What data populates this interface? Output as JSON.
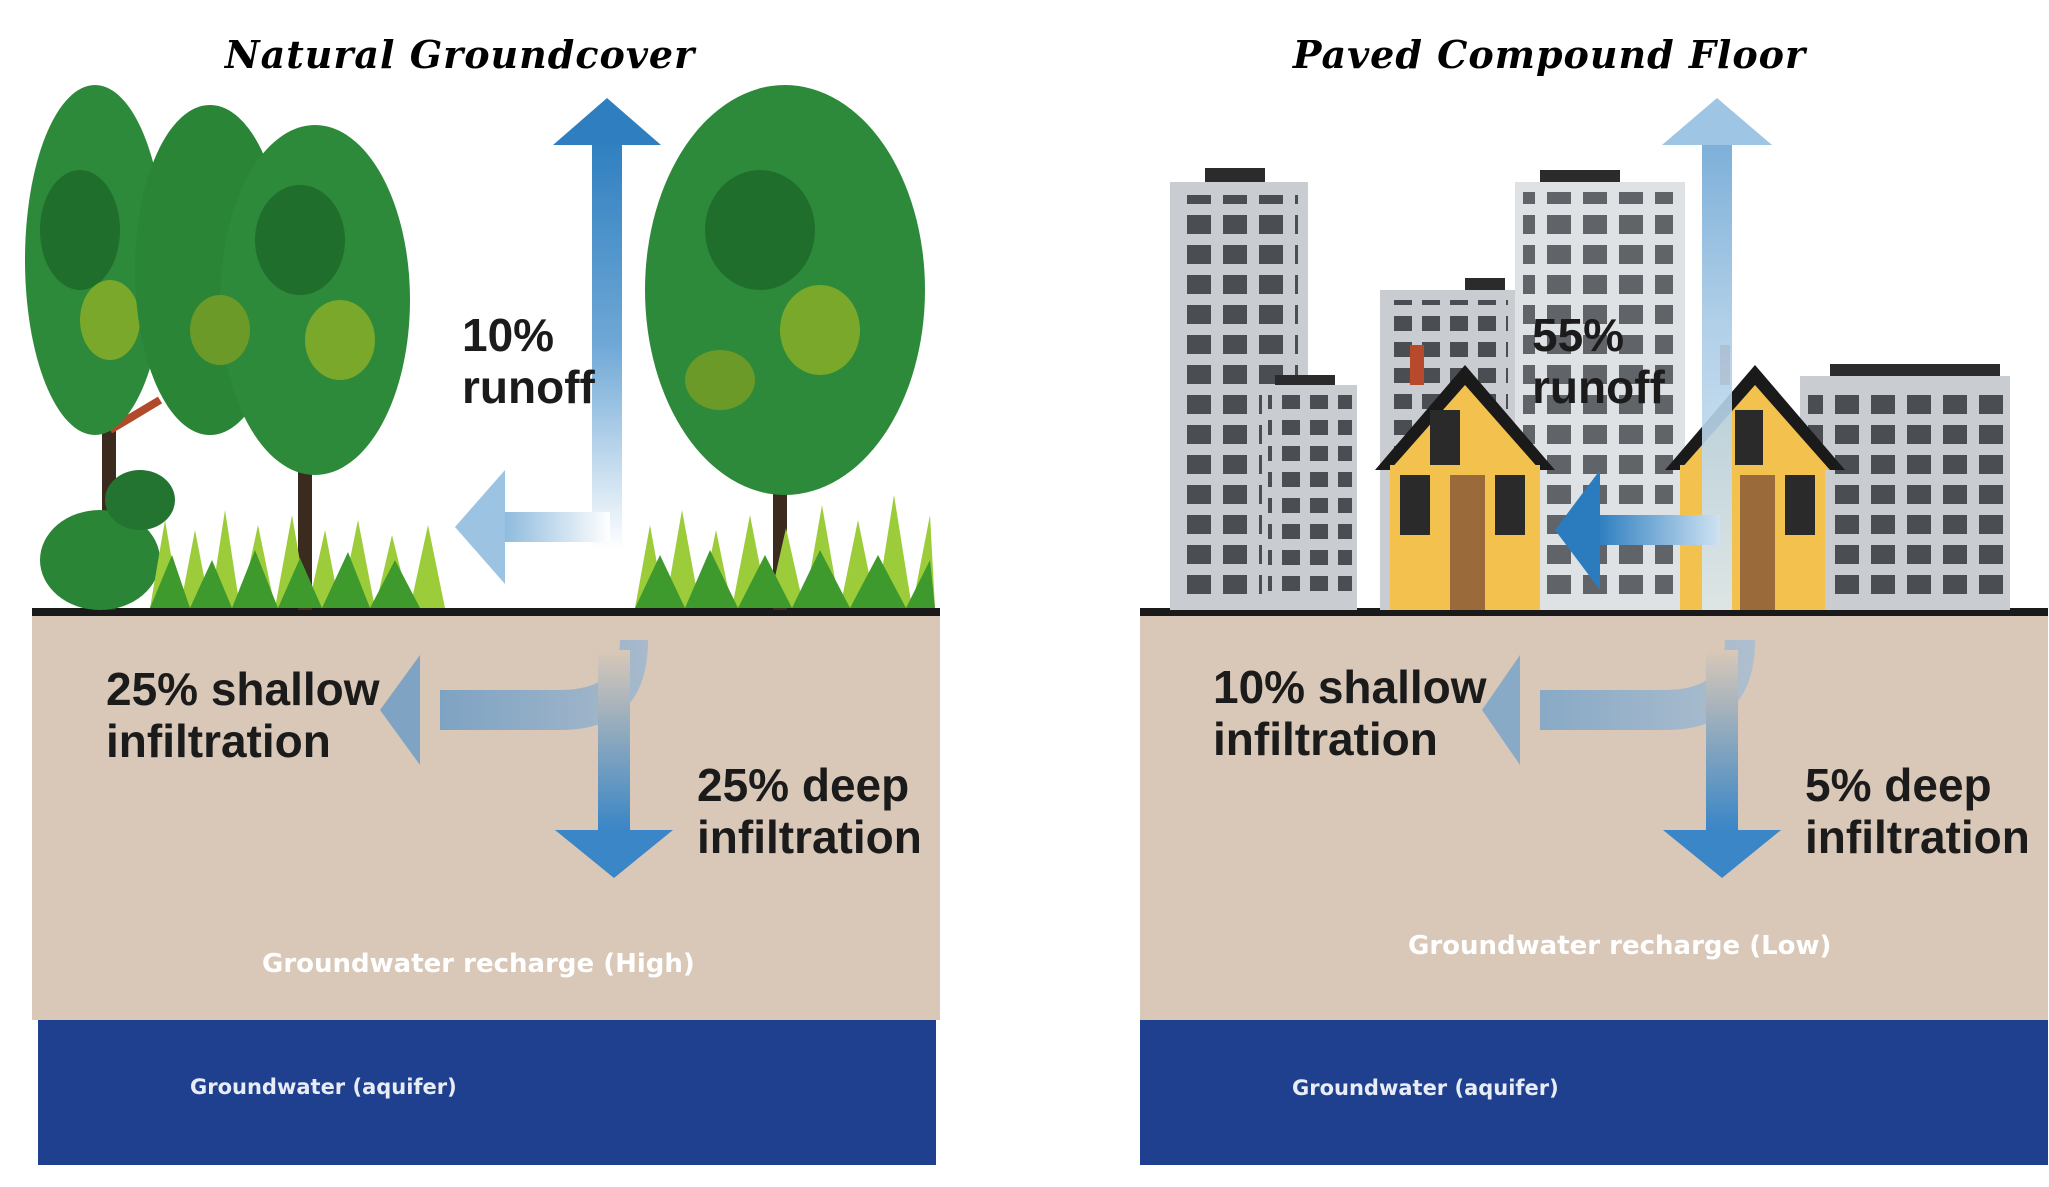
{
  "left": {
    "title": "Natural Groundcover",
    "runoff": [
      "10%",
      "runoff"
    ],
    "shallow": [
      "25% shallow",
      "infiltration"
    ],
    "deep": [
      "25% deep",
      "infiltration"
    ],
    "recharge": "Groundwater recharge (High)",
    "aquifer": "Groundwater (aquifer)"
  },
  "right": {
    "title": "Paved Compound Floor",
    "runoff": [
      "55%",
      "runoff"
    ],
    "shallow": [
      "10% shallow",
      "infiltration"
    ],
    "deep": [
      "5% deep",
      "infiltration"
    ],
    "recharge": "Groundwater recharge (Low)",
    "aquifer": "Groundwater (aquifer)"
  },
  "colors": {
    "soil": "#d9c8b8",
    "aquifer": "#1f3f8f",
    "arrow": "#2f7fc0",
    "tree": "#2a8a3a",
    "building": "#c9ccd0",
    "house": "#f2c14e"
  },
  "icons": [
    "tree-icon",
    "grass-icon",
    "building-icon",
    "house-icon",
    "arrow-icon"
  ]
}
